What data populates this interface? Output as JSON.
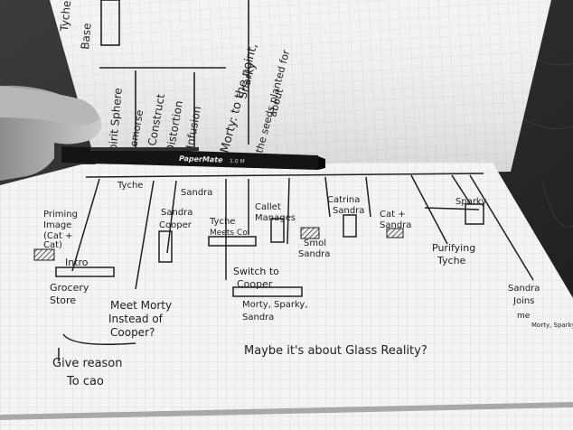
{
  "photo": {
    "subject": "notebook-with-handwritten-timeline",
    "pen_brand": "PaperMate",
    "pen_size": "1.0 M"
  },
  "top_page": {
    "labels": [
      "Tyche's",
      "Base",
      "Spirit Sphere",
      "Remorse",
      "Construct",
      "Distortion",
      "Infusion",
      "Morty: to the point,",
      "Snarky",
      "the seeds planted for",
      "about"
    ]
  },
  "bottom_page": {
    "timeline_labels": [
      "Tyche",
      "Sandra",
      "Priming",
      "Image",
      "(Cat +",
      "Cat)",
      "Intro",
      "Grocery",
      "Store",
      "Sandra",
      "Cooper",
      "Tyche",
      "Meets Co",
      "Callet",
      "Manages",
      "Catrina",
      "Sandra",
      "Cat +",
      "Sandra",
      "Sparky",
      "Smol",
      "Sandra",
      "Purifying",
      "Tyche",
      "Switch to",
      "Cooper",
      "Morty, Sparky,",
      "Sandra",
      "Meet Morty",
      "Instead of",
      "Cooper?",
      "Give reason",
      "To cao",
      "Sandra",
      "Joins",
      "me",
      "Morty, Sparky,",
      "Maybe it's about Glass Reality?"
    ]
  }
}
